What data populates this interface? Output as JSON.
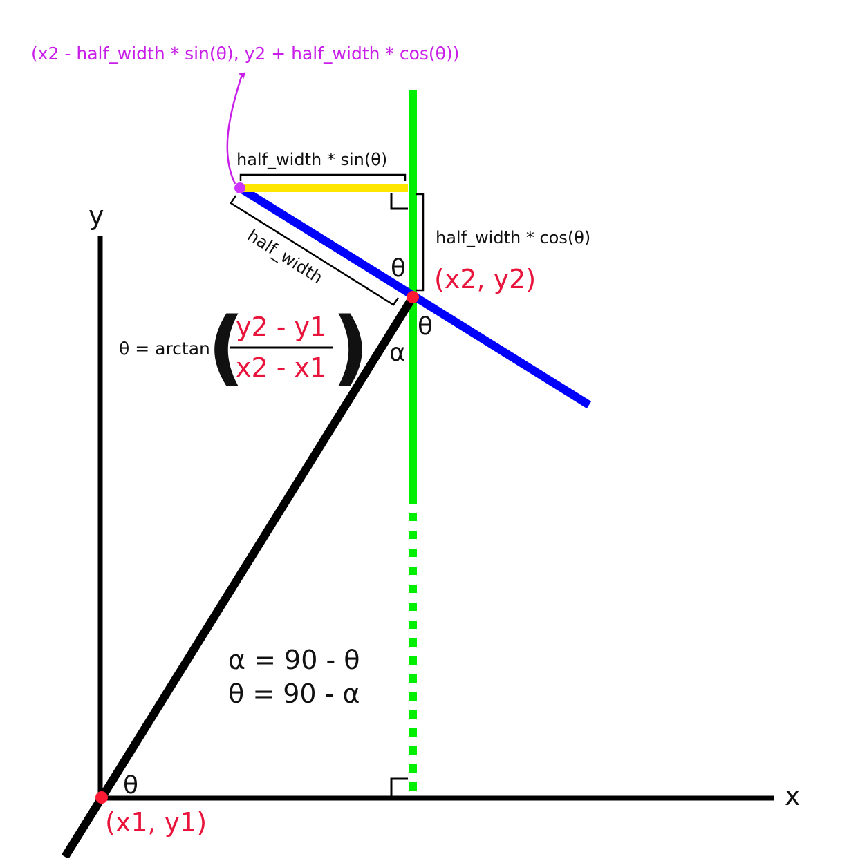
{
  "colors": {
    "axis": "#000000",
    "segment": "#000000",
    "vertical_line": "#00ee00",
    "perpendicular_line": "#0000ff",
    "horizontal_offset": "#ffe600",
    "point_marker": "#ff1a33",
    "corner_point": "#cc33ff",
    "red_text": "#e8143c",
    "magenta_text": "#c81ee8"
  },
  "labels": {
    "x_axis": "x",
    "y_axis": "y",
    "p1": "(x1, y1)",
    "p2": "(x2, y2)",
    "corner_formula": "(x2 - half_width * sin(θ), y2 + half_width * cos(θ))",
    "sin_label": "half_width * sin(θ)",
    "cos_label": "half_width * cos(θ)",
    "half_width_label": "half_width",
    "theta": "θ",
    "alpha": "α",
    "theta_formula_prefix": "θ = arctan",
    "numerator": "y2 - y1",
    "denominator": "x2 - x1",
    "paren_left": "(",
    "paren_right": ")",
    "alpha_eq": "α = 90 - θ",
    "theta_eq": "θ = 90 - α"
  }
}
